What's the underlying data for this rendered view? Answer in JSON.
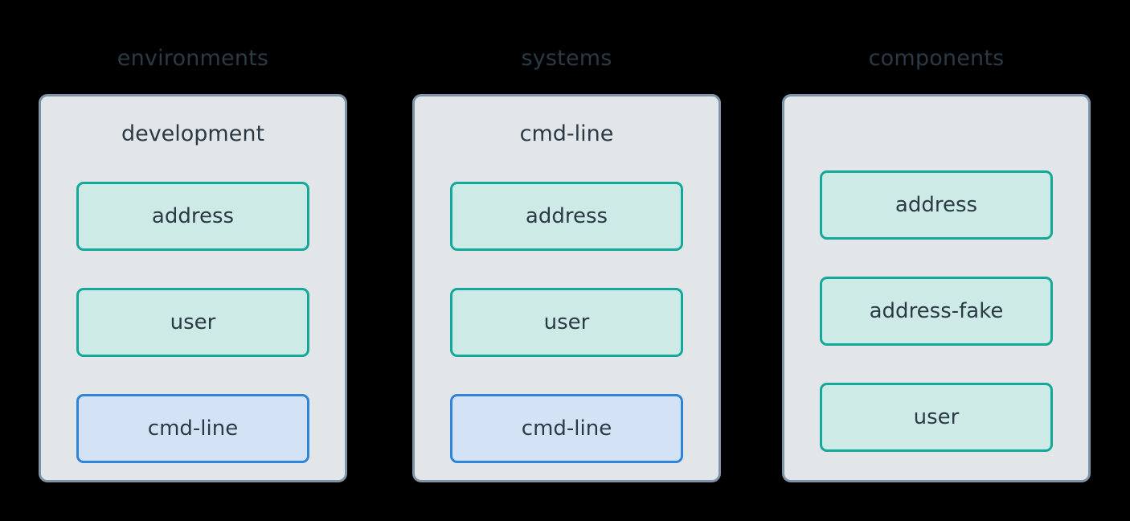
{
  "background_color": "#000000",
  "palette": {
    "panel_fill": "#e2e6e9",
    "panel_border": "#7f93a6",
    "teal_fill": "#cdeae6",
    "teal_border": "#14a89a",
    "blue_fill": "#d3e3f5",
    "blue_border": "#2d84d8",
    "text": "#2b3a45"
  },
  "columns": [
    {
      "header": "environments",
      "panel_title": "development",
      "has_panel_title": true,
      "items": [
        {
          "label": "address",
          "style": "teal"
        },
        {
          "label": "user",
          "style": "teal"
        },
        {
          "label": "cmd-line",
          "style": "blue"
        }
      ]
    },
    {
      "header": "systems",
      "panel_title": "cmd-line",
      "has_panel_title": true,
      "items": [
        {
          "label": "address",
          "style": "teal"
        },
        {
          "label": "user",
          "style": "teal"
        },
        {
          "label": "cmd-line",
          "style": "blue"
        }
      ]
    },
    {
      "header": "components",
      "panel_title": "",
      "has_panel_title": false,
      "items": [
        {
          "label": "address",
          "style": "teal"
        },
        {
          "label": "address-fake",
          "style": "teal"
        },
        {
          "label": "user",
          "style": "teal"
        }
      ]
    }
  ]
}
